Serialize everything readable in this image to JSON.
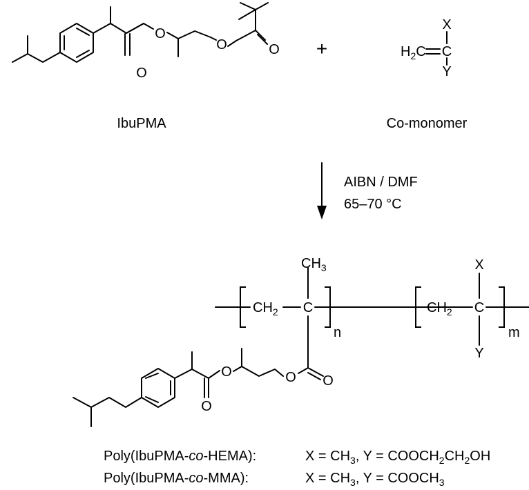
{
  "reactants": {
    "monomer_name": "IbuPMA",
    "plus_sign": "+",
    "comonomer_name": "Co-monomer",
    "comonomer_atoms": {
      "h2c_main": "H",
      "h2c_sub": "2",
      "h2c_tail": "C",
      "c_atom": "C",
      "x_atom": "X",
      "y_atom": "Y"
    },
    "ester_oxygen": "O"
  },
  "conditions": {
    "line1": "AIBN / DMF",
    "line2": "65–70 °C"
  },
  "product": {
    "ch3_main": "CH",
    "ch3_sub": "3",
    "ch2_main": "CH",
    "ch2_sub": "2",
    "c_atom": "C",
    "x_atom": "X",
    "y_atom": "Y",
    "n_label": "n",
    "m_label": "m",
    "ester_oxygen": "O"
  },
  "legend": [
    {
      "name_pre": "Poly(IbuPMA-",
      "name_italic": "co",
      "name_post": "-HEMA):",
      "f1": "X = CH",
      "f1_sub": "3",
      "f2": ", Y = COOCH",
      "f2_sub": "2",
      "f3": "CH",
      "f3_sub": "2",
      "f4": "OH"
    },
    {
      "name_pre": "Poly(IbuPMA-",
      "name_italic": "co",
      "name_post": "-MMA):",
      "f1": "X = CH",
      "f1_sub": "3",
      "f2": ", Y = COOCH",
      "f2_sub": "3",
      "f3": "",
      "f3_sub": "",
      "f4": ""
    }
  ]
}
